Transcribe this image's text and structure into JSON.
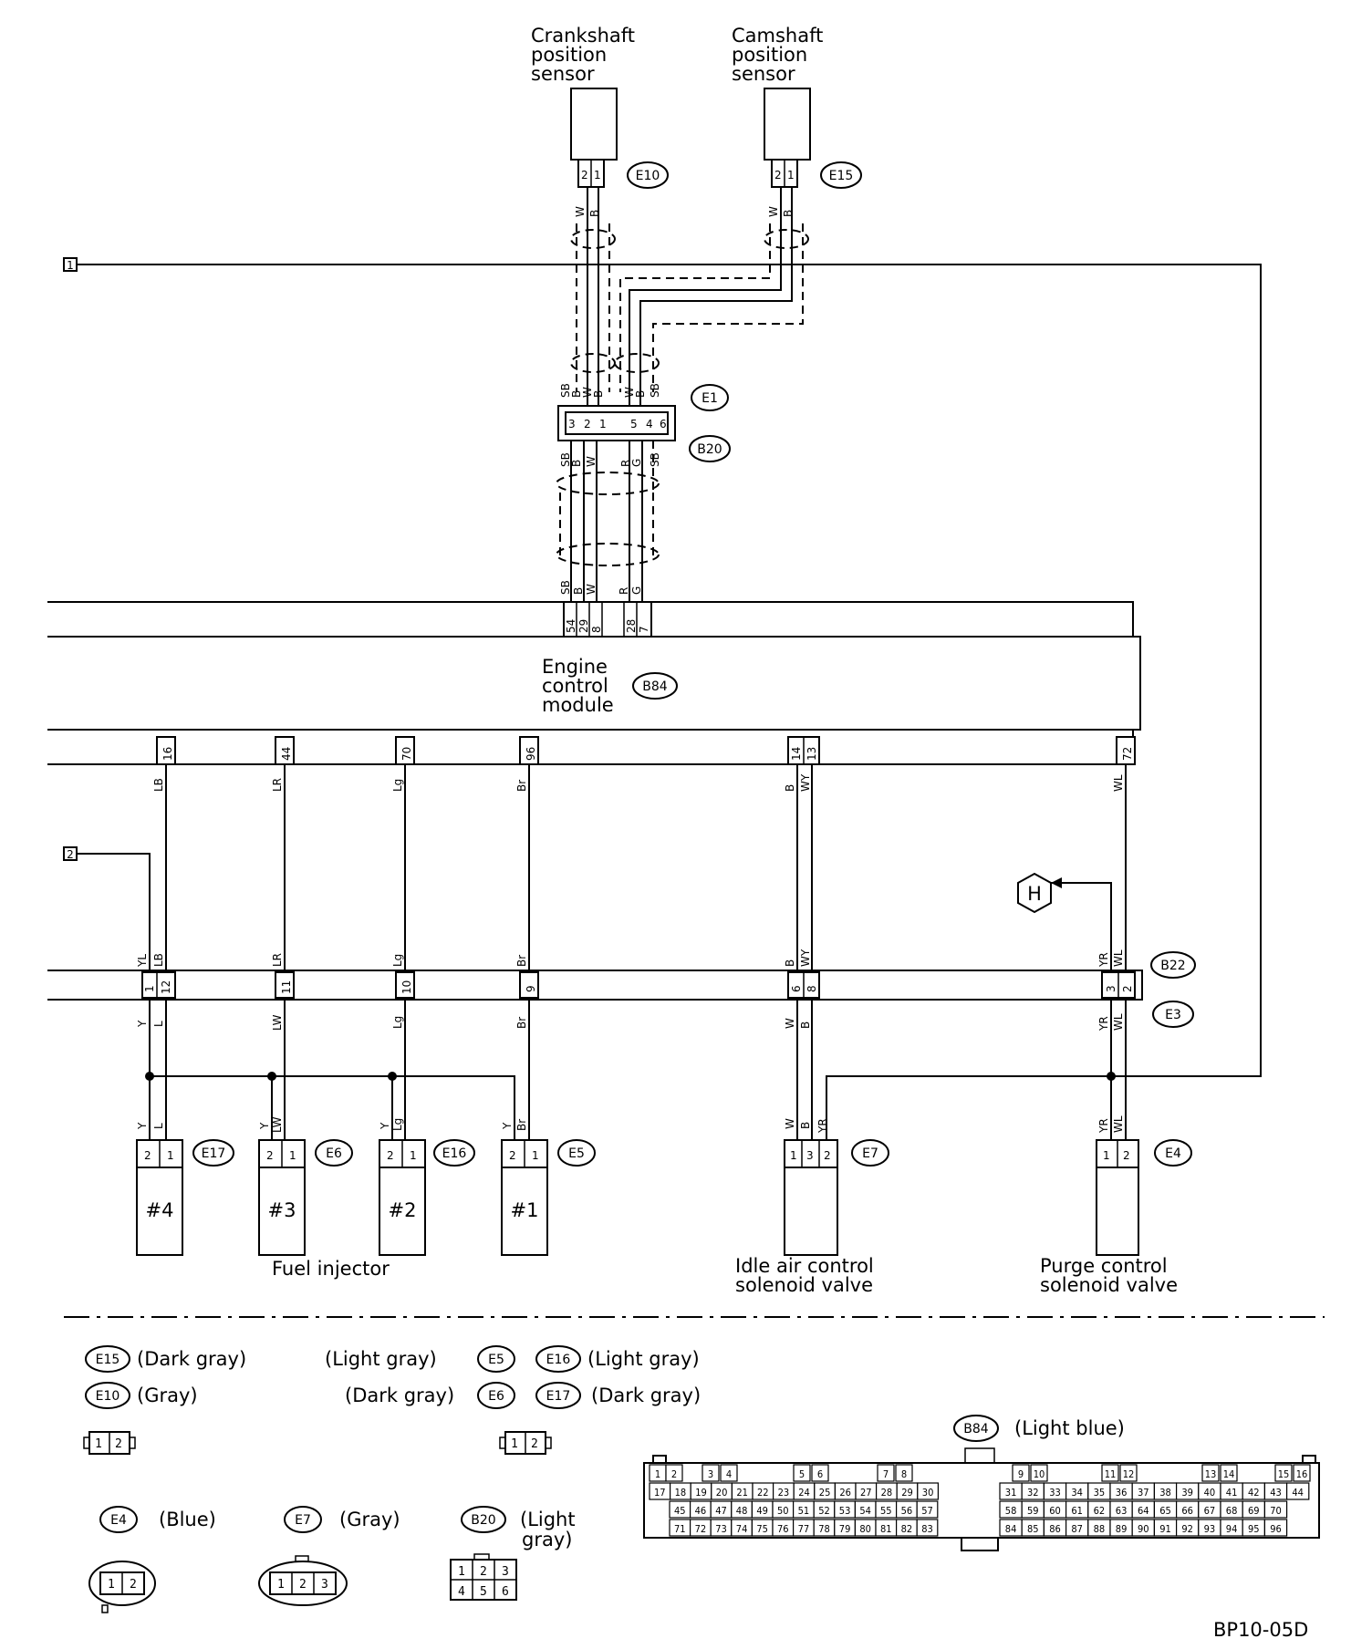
{
  "components": {
    "crankshaft_sensor": "Crankshaft position sensor",
    "camshaft_sensor": "Camshaft position sensor",
    "ecm": "Engine control module",
    "fuel_injector": "Fuel injector",
    "idle_air": "Idle air control solenoid valve",
    "purge": "Purge control solenoid valve",
    "injector_numbers": [
      "#4",
      "#3",
      "#2",
      "#1"
    ]
  },
  "connector_ids": {
    "E10": "E10",
    "E15": "E15",
    "E1": "E1",
    "B20": "B20",
    "B84": "B84",
    "B22": "B22",
    "E3": "E3",
    "E17": "E17",
    "E6": "E6",
    "E16": "E16",
    "E5": "E5",
    "E7": "E7",
    "E4": "E4"
  },
  "markers": {
    "ref1": "1",
    "ref2": "2",
    "hex": "H"
  },
  "wire_colors": {
    "sensor_upper": [
      "W",
      "B"
    ],
    "e1_top": [
      "SB",
      "B",
      "W",
      "B",
      "W",
      "B",
      "SB"
    ],
    "b20_bottom": [
      "SB",
      "B",
      "W",
      "R",
      "G",
      "SB"
    ],
    "ecm_top": [
      "SB",
      "B",
      "W",
      "R",
      "G"
    ],
    "ecm_bottom": [
      "LB",
      "LR",
      "Lg",
      "Br",
      "B",
      "WY",
      "WL"
    ],
    "b22_top": [
      "YL",
      "LB",
      "LR",
      "Lg",
      "Br",
      "B",
      "WY",
      "YR",
      "WL"
    ],
    "e3_bottom": [
      "Y",
      "L",
      "LW",
      "Lg",
      "Br",
      "W",
      "B",
      "YR",
      "WL"
    ],
    "inj_e17": [
      "Y",
      "L"
    ],
    "inj_e6": [
      "Y",
      "LW"
    ],
    "inj_e16": [
      "Y",
      "Lg"
    ],
    "inj_e5": [
      "Y",
      "Br"
    ],
    "e7": [
      "W",
      "B",
      "YR"
    ],
    "e4": [
      "YR",
      "WL"
    ]
  },
  "pins": {
    "e1_row": [
      "3",
      "2",
      "1",
      "5",
      "4",
      "6"
    ],
    "ecm_top": [
      "54",
      "29",
      "8",
      "28",
      "7"
    ],
    "ecm_bottom": [
      "16",
      "44",
      "70",
      "96",
      "14",
      "13",
      "72"
    ],
    "b22_row": [
      "1",
      "12",
      "11",
      "10",
      "9",
      "6",
      "8",
      "3",
      "2"
    ],
    "two_pin_a": [
      "2",
      "1"
    ],
    "two_pin_b": [
      "1",
      "2"
    ],
    "three_pin": [
      "1",
      "3",
      "2"
    ]
  },
  "legend": {
    "e15": "(Dark gray)",
    "e10": "(Gray)",
    "e5_color": "(Light gray)",
    "e16_color": "(Light gray)",
    "e6_color": "(Dark gray)",
    "e17_color": "(Dark gray)",
    "e4_color": "(Blue)",
    "e7_color": "(Gray)",
    "b20_color": "(Light gray)",
    "b84_color": "(Light blue)",
    "two_pins": [
      "1",
      "2"
    ],
    "three_pins": [
      "1",
      "2",
      "3"
    ],
    "b20_pins": [
      "1",
      "2",
      "3",
      "4",
      "5",
      "6"
    ]
  },
  "b84_face": {
    "row1": [
      "1",
      "2",
      "3",
      "4",
      "5",
      "6",
      "7",
      "8",
      "9",
      "10",
      "11",
      "12",
      "13",
      "14",
      "15",
      "16"
    ],
    "row2": [
      "17",
      "18",
      "19",
      "20",
      "21",
      "22",
      "23",
      "24",
      "25",
      "26",
      "27",
      "28",
      "29",
      "30",
      "31",
      "32",
      "33",
      "34",
      "35",
      "36",
      "37",
      "38",
      "39",
      "40",
      "41",
      "42",
      "43",
      "44"
    ],
    "row3": [
      "45",
      "46",
      "47",
      "48",
      "49",
      "50",
      "51",
      "52",
      "53",
      "54",
      "55",
      "56",
      "57",
      "58",
      "59",
      "60",
      "61",
      "62",
      "63",
      "64",
      "65",
      "66",
      "67",
      "68",
      "69",
      "70"
    ],
    "row4": [
      "71",
      "72",
      "73",
      "74",
      "75",
      "76",
      "77",
      "78",
      "79",
      "80",
      "81",
      "82",
      "83",
      "84",
      "85",
      "86",
      "87",
      "88",
      "89",
      "90",
      "91",
      "92",
      "93",
      "94",
      "95",
      "96"
    ]
  },
  "figure_code": "BP10-05D"
}
